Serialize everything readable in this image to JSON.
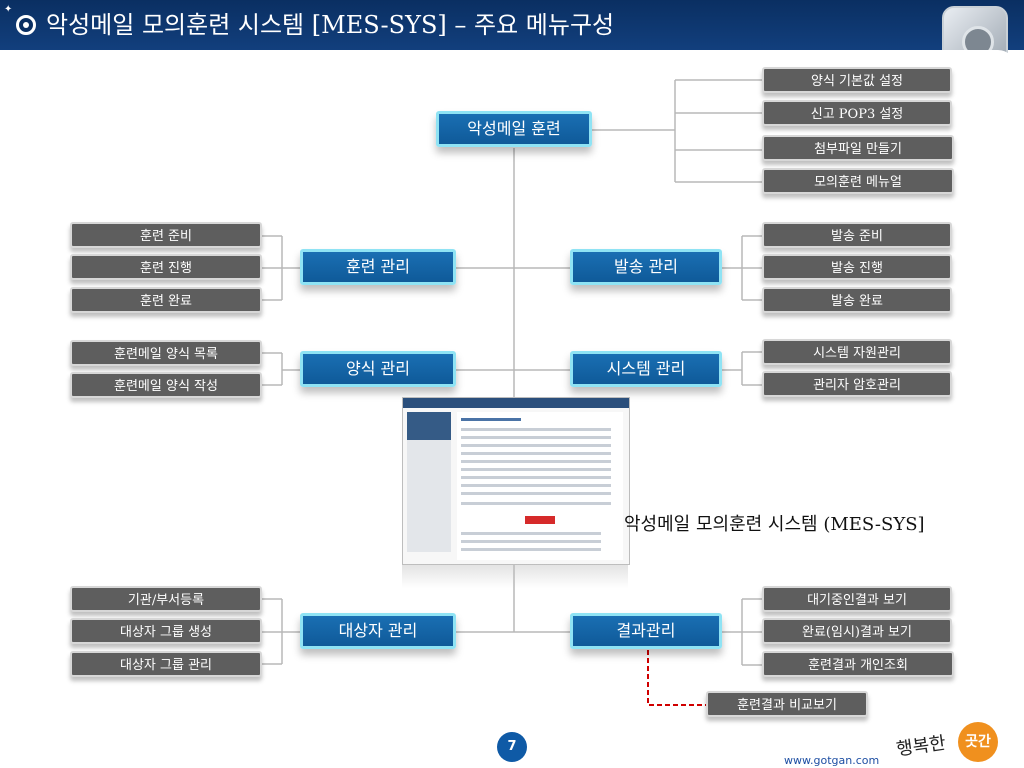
{
  "header": {
    "title": "악성메일 모의훈련 시스템 [MES-SYS] – 주요 메뉴구성"
  },
  "root": {
    "label": "악성메일 훈련"
  },
  "top_right_items": [
    "양식 기본값 설정",
    "신고 POP3 설정",
    "첨부파일 만들기",
    "모의훈련 메뉴얼"
  ],
  "training": {
    "label": "훈련 관리",
    "items": [
      "훈련 준비",
      "훈련 진행",
      "훈련 완료"
    ]
  },
  "sending": {
    "label": "발송 관리",
    "items": [
      "발송 준비",
      "발송 진행",
      "발송 완료"
    ]
  },
  "forms": {
    "label": "양식 관리",
    "items": [
      "훈련메일 양식 목록",
      "훈련메일 양식 작성"
    ]
  },
  "system": {
    "label": "시스템 관리",
    "items": [
      "시스템 자원관리",
      "관리자 암호관리"
    ]
  },
  "targets": {
    "label": "대상자 관리",
    "items": [
      "기관/부서등록",
      "대상자 그룹 생성",
      "대상자 그룹 관리"
    ]
  },
  "results": {
    "label": "결과관리",
    "items": [
      "대기중인결과 보기",
      "완료(임시)결과 보기",
      "훈련결과 개인조회"
    ],
    "extra": "훈련결과 비교보기"
  },
  "caption": "악성메일 모의훈련 시스템 (MES-SYS]",
  "footer": {
    "page": "7",
    "url": "www.gotgan.com",
    "logo_script": "행복한",
    "logo_mark": "곳간"
  },
  "colors": {
    "header": "#0a2f62",
    "blue_box": "#1a6fb3",
    "gray_box": "#5e5e5e",
    "connector": "#b8b8b8",
    "dashed": "#d00000"
  }
}
